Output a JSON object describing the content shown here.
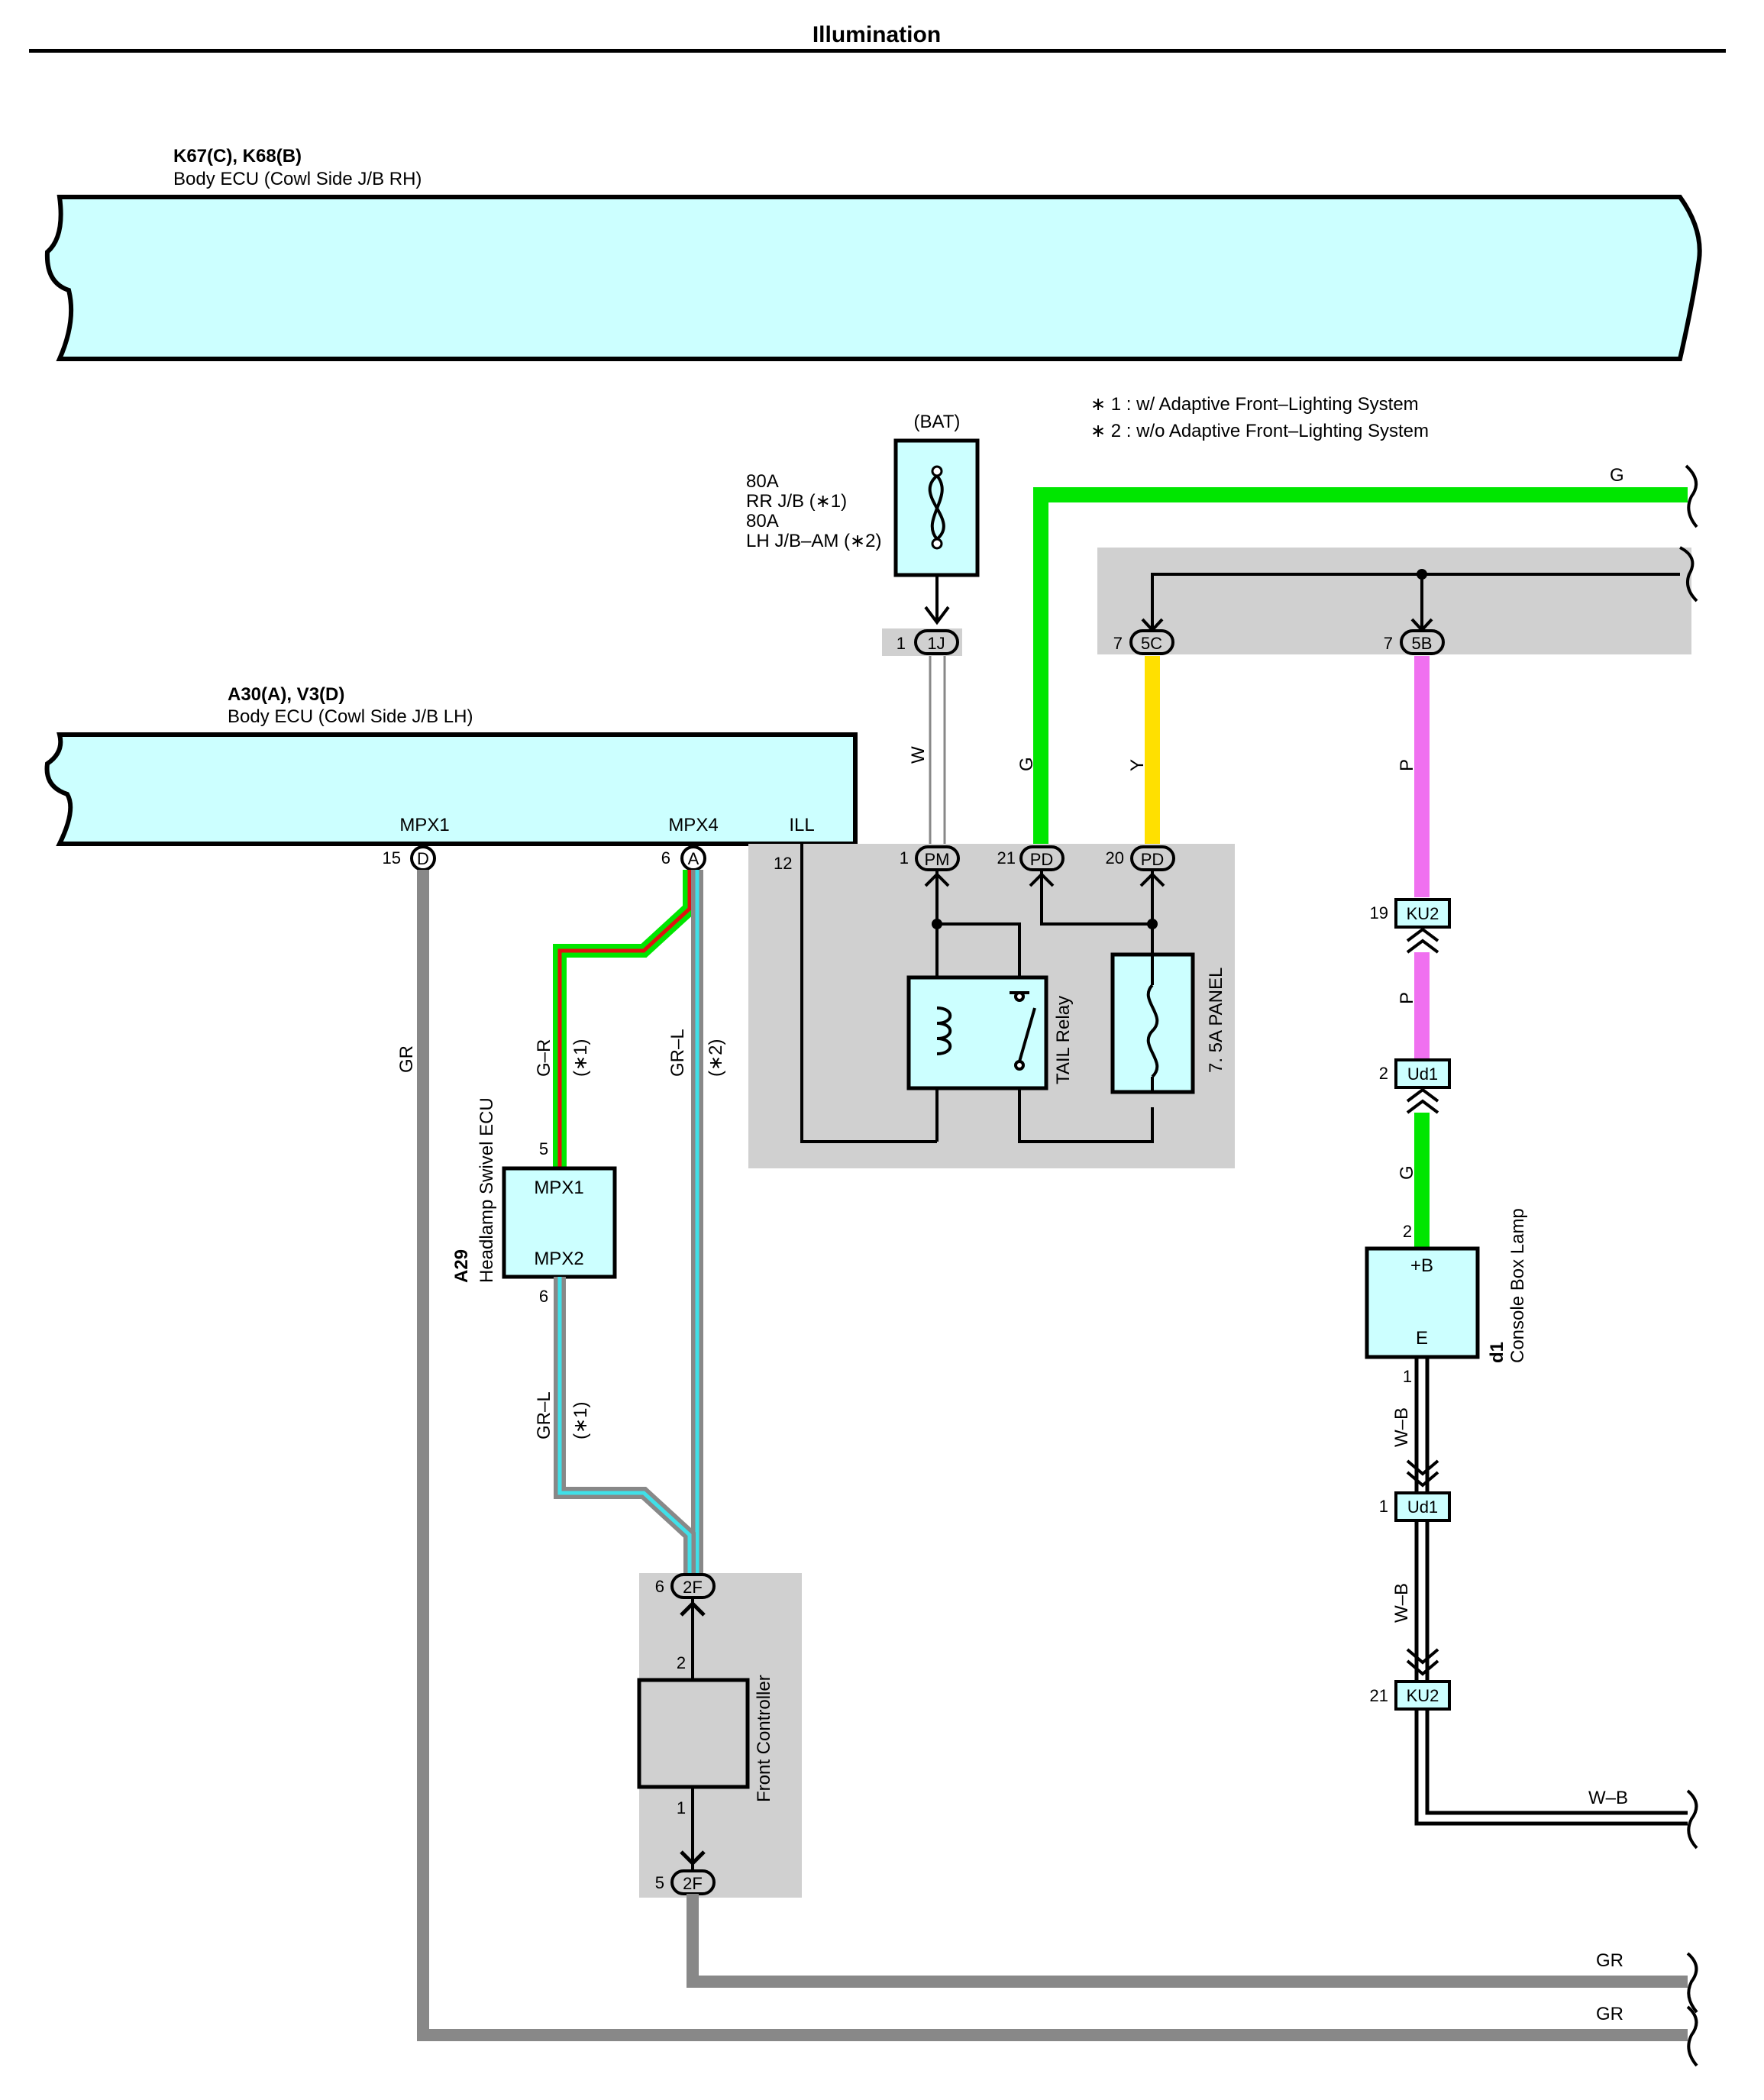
{
  "title": "Illumination",
  "notes": {
    "note1": "∗ 1 : w/ Adaptive Front–Lighting System",
    "note2": "∗ 2 : w/o Adaptive Front–Lighting System"
  },
  "body_ecu_rh": {
    "code": "K67(C), K68(B)",
    "name": "Body ECU (Cowl Side J/B RH)"
  },
  "body_ecu_lh": {
    "code": "A30(A), V3(D)",
    "name": "Body ECU (Cowl Side J/B LH)",
    "term_mpx1": "MPX1",
    "term_mpx4": "MPX4",
    "term_ill": "ILL",
    "pin_mpx1": "15",
    "conn_mpx1": "D",
    "pin_mpx4": "6",
    "conn_mpx4": "A",
    "pin_ill": "12"
  },
  "fuse": {
    "bat": "(BAT)",
    "rating1": "80A",
    "loc1": "RR J/B (∗1)",
    "rating2": "80A",
    "loc2": "LH J/B–AM (∗2)",
    "pin": "1",
    "conn": "1J"
  },
  "relay_block": {
    "pin_pm": "1",
    "conn_pm": "PM",
    "pin_pd21": "21",
    "conn_pd21": "PD",
    "pin_pd20": "20",
    "conn_pd20": "PD",
    "relay_name": "TAIL Relay",
    "fuse_name": "7. 5A PANEL"
  },
  "top_junction": {
    "pin_5c": "7",
    "conn_5c": "5C",
    "pin_5b": "7",
    "conn_5b": "5B"
  },
  "wire_colors": {
    "w": "W",
    "g": "G",
    "y": "Y",
    "p": "P",
    "gr": "GR",
    "gr_r": "G–R",
    "gr_l": "GR–L",
    "wb": "W–B",
    "star1": "(∗1)",
    "star2": "(∗2)"
  },
  "swivel_ecu": {
    "code": "A29",
    "name": "Headlamp Swivel ECU",
    "term1": "MPX1",
    "term2": "MPX2",
    "pin1": "5",
    "pin2": "6"
  },
  "front_controller": {
    "name": "Front Controller",
    "pin_top": "2",
    "pin_bottom": "1",
    "conn_top_pin": "6",
    "conn_top": "2F",
    "conn_bot_pin": "5",
    "conn_bot": "2F"
  },
  "console_lamp": {
    "code": "d1",
    "name": "Console Box Lamp",
    "term_b": "+B",
    "term_e": "E",
    "pin_b": "2",
    "pin_e": "1"
  },
  "connectors": {
    "ku2_top_pin": "19",
    "ku2_top": "KU2",
    "ud1_top_pin": "2",
    "ud1_top": "Ud1",
    "ud1_bot_pin": "1",
    "ud1_bot": "Ud1",
    "ku2_bot_pin": "21",
    "ku2_bot": "KU2"
  },
  "colors": {
    "ecu_fill": "#ccffff",
    "block_gray": "#d0d0d0",
    "wire_green": "#00e600",
    "wire_yellow": "#ffe000",
    "wire_pink": "#f070f0",
    "wire_gray": "#888888",
    "wire_red": "#e01010",
    "wire_cyan": "#40e0e8"
  }
}
